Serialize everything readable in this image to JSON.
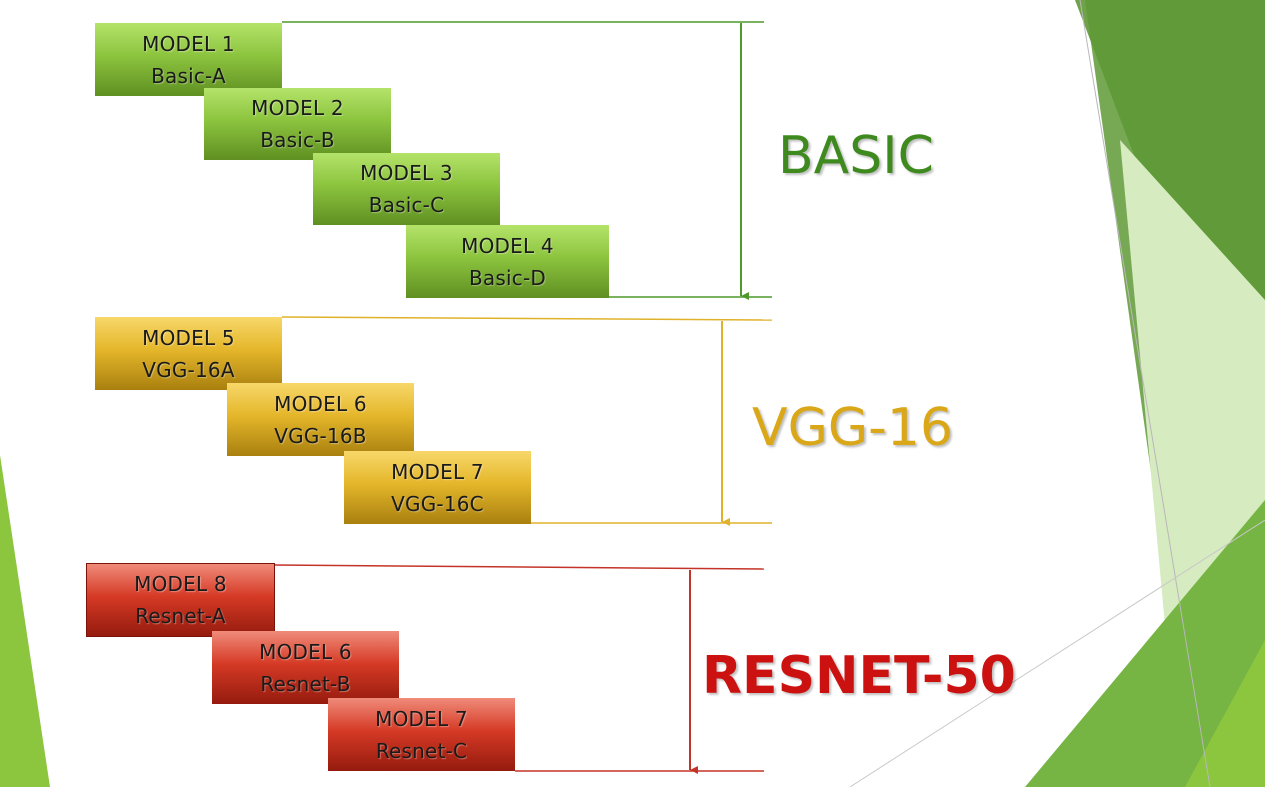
{
  "groups": [
    {
      "name": "BASIC",
      "color": "#3f8a1e",
      "models": [
        {
          "model": "MODEL 1",
          "variant": "Basic-A"
        },
        {
          "model": "MODEL 2",
          "variant": "Basic-B"
        },
        {
          "model": "MODEL 3",
          "variant": "Basic-C"
        },
        {
          "model": "MODEL 4",
          "variant": "Basic-D"
        }
      ]
    },
    {
      "name": "VGG-16",
      "color": "#d9a718",
      "models": [
        {
          "model": "MODEL 5",
          "variant": "VGG-16A"
        },
        {
          "model": "MODEL 6",
          "variant": "VGG-16B"
        },
        {
          "model": "MODEL 7",
          "variant": "VGG-16C"
        }
      ]
    },
    {
      "name": "RESNET-50",
      "color": "#cc1111",
      "models": [
        {
          "model": "MODEL 8",
          "variant": "Resnet-A"
        },
        {
          "model": "MODEL 6",
          "variant": "Resnet-B"
        },
        {
          "model": "MODEL 7",
          "variant": "Resnet-C"
        }
      ]
    }
  ]
}
